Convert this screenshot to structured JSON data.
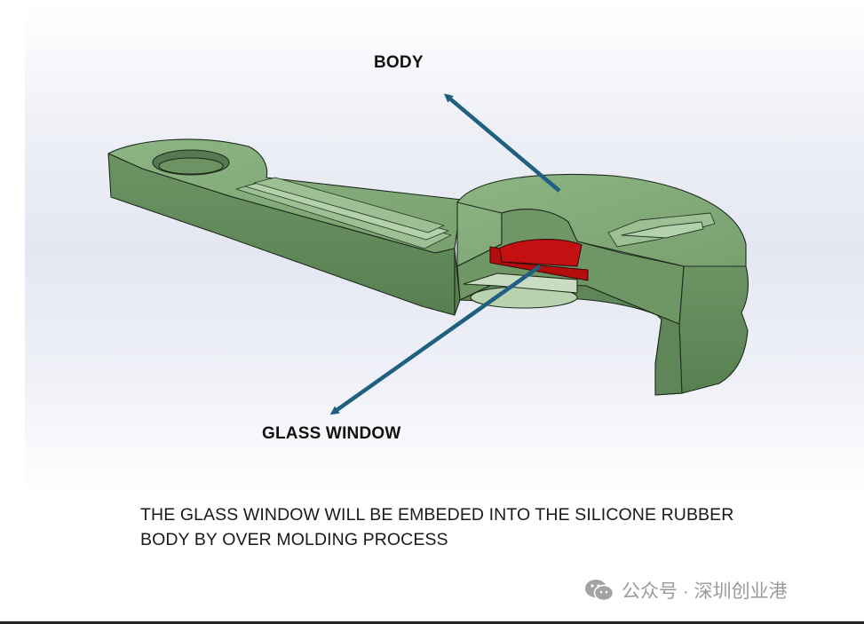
{
  "labels": {
    "body": "BODY",
    "glass_window": "GLASS WINDOW"
  },
  "caption": {
    "line1": "THE GLASS WINDOW WILL BE EMBEDED INTO THE SILICONE RUBBER",
    "line2": "BODY BY OVER MOLDING PROCESS"
  },
  "watermark": {
    "icon": "wechat-icon",
    "text": "公众号 · 深圳创业港"
  },
  "colors": {
    "body_green": "#7fa574",
    "body_green_dark": "#5d8357",
    "glass_red": "#c41010",
    "arrow_blue": "#1f5f80"
  }
}
